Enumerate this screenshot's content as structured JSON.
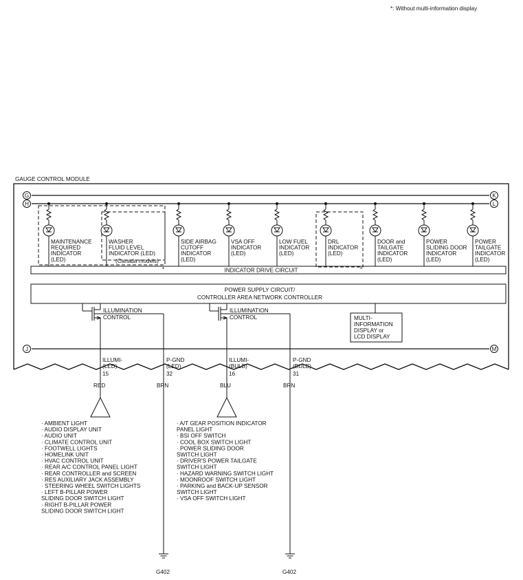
{
  "footnote": "*: Without multi-information display",
  "module_title": "GAUGE CONTROL MODULE",
  "connectors": {
    "g": "G",
    "k": "K",
    "h": "H",
    "l": "L",
    "j": "J",
    "m": "M"
  },
  "indicators": [
    {
      "lines": [
        "MAINTENANCE",
        "REQUIRED",
        "INDICATOR",
        "(LED)"
      ]
    },
    {
      "lines": [
        "WASHER",
        "FLUID LEVEL",
        "INDICATOR (LED)"
      ],
      "note": "(Canada models)"
    },
    {
      "lines": [
        "SIDE AIRBAG",
        "CUTOFF",
        "INDICATOR",
        "(LED)"
      ]
    },
    {
      "lines": [
        "VSA OFF",
        "INDICATOR",
        "(LED)"
      ]
    },
    {
      "lines": [
        "LOW FUEL",
        "INDICATOR",
        "(LED)"
      ]
    },
    {
      "lines": [
        "DRL",
        "INDICATOR",
        "(LED)"
      ]
    },
    {
      "lines": [
        "DOOR and",
        "TAILGATE",
        "INDICATOR",
        "(LED)"
      ]
    },
    {
      "lines": [
        "POWER",
        "SLIDING DOOR",
        "INDICATOR",
        "(LED)"
      ]
    },
    {
      "lines": [
        "POWER",
        "TAILGATE",
        "INDICATOR",
        "(LED)"
      ]
    }
  ],
  "asterisk": "*",
  "indicator_drive": "INDICATOR DRIVE CIRCUIT",
  "power_supply": [
    "POWER SUPPLY CIRCUIT/",
    "CONTROLLER AREA NETWORK CONTROLLER"
  ],
  "illum_control": [
    "ILLUMINATION",
    "CONTROL"
  ],
  "multi_info": [
    "MULTI-",
    "INFORMATION",
    "DISPLAY or",
    "LCD DISPLAY"
  ],
  "pins": [
    {
      "name": [
        "ILLUMI-",
        "(LED)"
      ],
      "num": "15",
      "wire": "RED"
    },
    {
      "name": [
        "P-GND",
        "(LED)"
      ],
      "num": "32",
      "wire": "BRN"
    },
    {
      "name": [
        "ILLUMI-",
        "(BULB)"
      ],
      "num": "16",
      "wire": "BLU"
    },
    {
      "name": [
        "P-GND",
        "(BULB)"
      ],
      "num": "31",
      "wire": "BRN"
    }
  ],
  "grounds": [
    "G402",
    "G402"
  ],
  "left_list": [
    "· AMBIENT LIGHT",
    "· AUDIO DISPLAY UNIT",
    "· AUDIO UNIT",
    "· CLIMATE CONTROL UNIT",
    "· FOOTWELL LIGHTS",
    "· HOMELINK UNIT",
    "· HVAC CONTROL UNIT",
    "· REAR A/C CONTROL PANEL LIGHT",
    "· REAR CONTROLLER and SCREEN",
    "· RES AUXILIARY JACK ASSEMBLY",
    "· STEERING WHEEL SWITCH LIGHTS",
    "· LEFT B-PILLAR POWER",
    "SLIDING DOOR SWITCH LIGHT",
    "· RIGHT B-PILLAR POWER",
    "SLIDING DOOR SWITCH LIGHT"
  ],
  "right_list": [
    "· A/T GEAR POSITION INDICATOR",
    "PANEL LIGHT",
    "· BSI OFF SWITCH",
    "· COOL BOX SWITCH LIGHT",
    "· POWER SLIDING DOOR",
    "SWITCH LIGHT",
    "· DRIVER'S POWER TAILGATE",
    "SWITCH LIGHT",
    "· HAZARD WARNING SWITCH LIGHT",
    "· MOONROOF SWITCH LIGHT",
    "· PARKING and BACK-UP SENSOR",
    "SWITCH LIGHT",
    "· VSA OFF SWITCH LIGHT"
  ]
}
